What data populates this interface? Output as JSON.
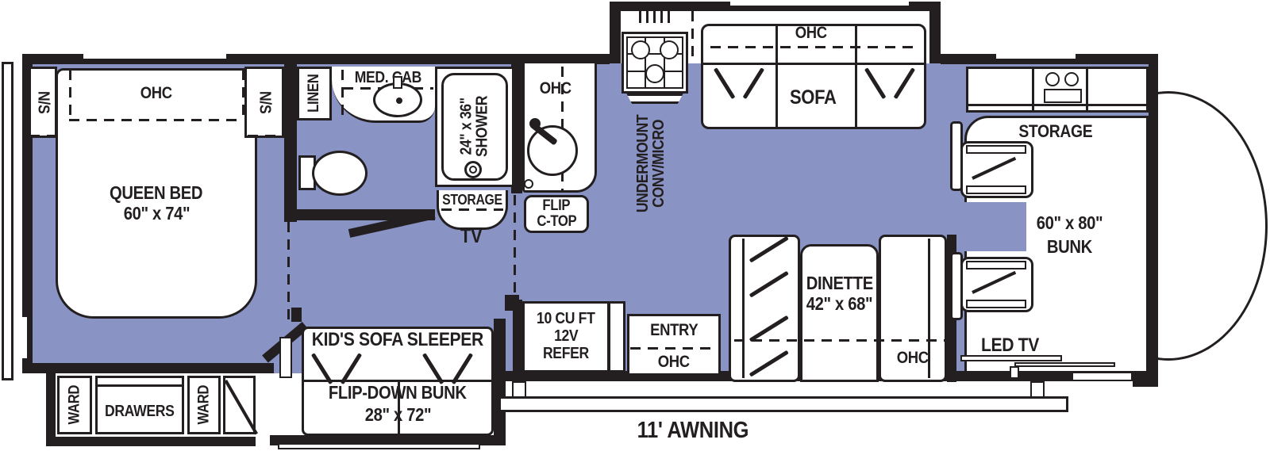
{
  "title": "RV Floor Plan",
  "colors": {
    "floor": "#8993C4",
    "line": "#231F20",
    "fixture": "#FFFFFF"
  },
  "labels": {
    "ns_left": "N/S",
    "ns_right": "N/S",
    "ohc_bed": "OHC",
    "queen_l1": "QUEEN BED",
    "queen_l2": "60\" x 74\"",
    "ward_left": "WARD",
    "drawers": "DRAWERS",
    "ward_right": "WARD",
    "linen": "LINEN",
    "med_cab": "MED. CAB",
    "shower_l1": "24\" x 36\"",
    "shower_l2": "SHOWER",
    "bath_storage": "STORAGE",
    "tv": "TV",
    "kitchen_ohc": "OHC",
    "flip_l1": "FLIP",
    "flip_l2": "C-TOP",
    "undermount_l1": "UNDERMOUNT",
    "undermount_l2": "CONV/MICRO",
    "sofa_ohc": "OHC",
    "sofa": "SOFA",
    "dinette_l1": "DINETTE",
    "dinette_l2": "42\" x  68\"",
    "dinette_ohc": "OHC",
    "kids_sofa": "KID'S SOFA SLEEPER",
    "flip_bunk_l1": "FLIP-DOWN BUNK",
    "flip_bunk_l2": "28\" x 72\"",
    "refer_l1": "10 CU FT",
    "refer_l2": "12V",
    "refer_l3": "REFER",
    "entry": "ENTRY",
    "entry_ohc": "OHC",
    "front_storage": "STORAGE",
    "bunk_l1": "60\" x 80\"",
    "bunk_l2": "BUNK",
    "led_tv": "LED TV",
    "awning": "11' AWNING"
  }
}
